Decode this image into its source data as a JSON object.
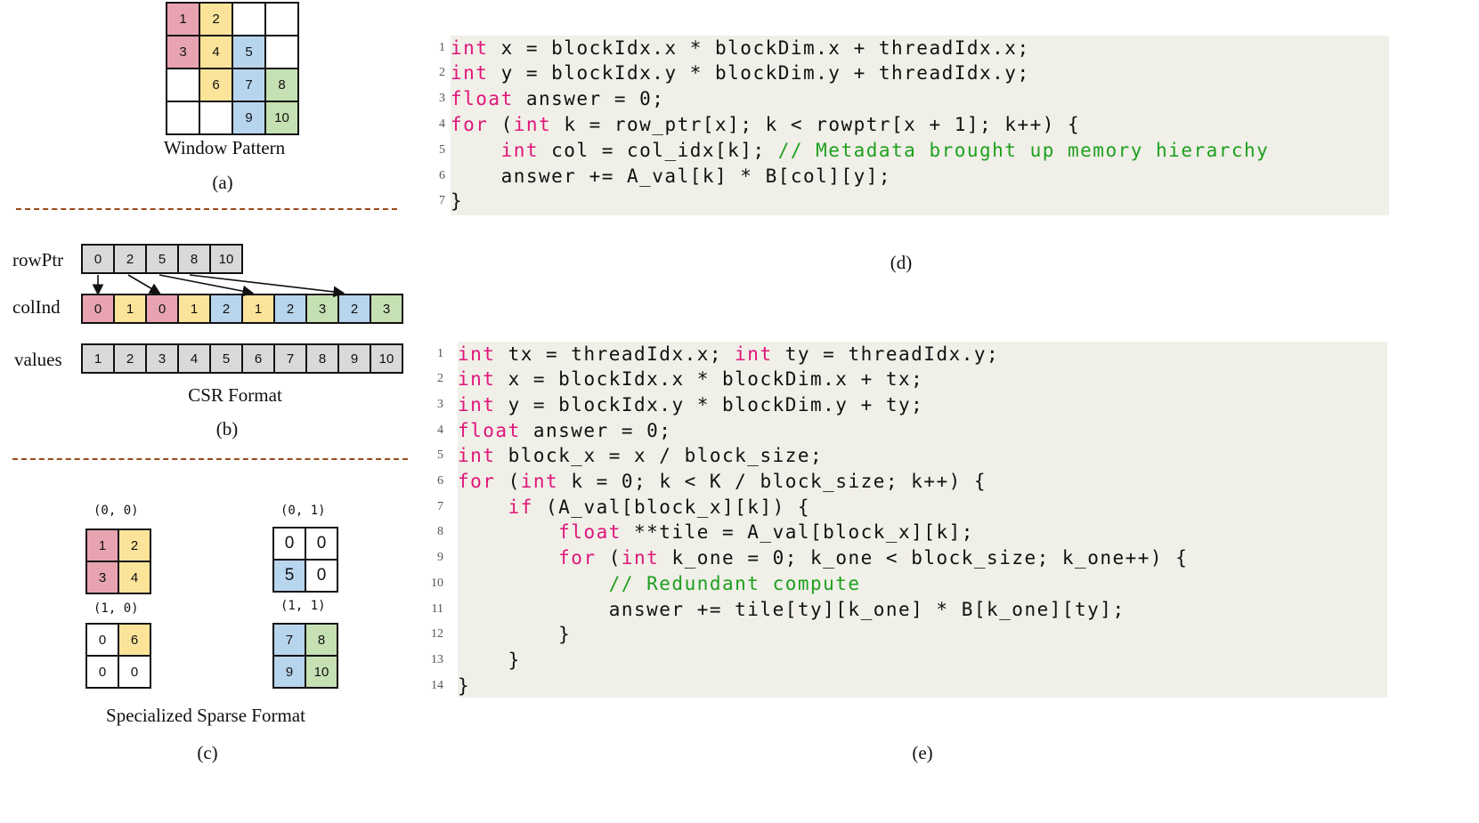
{
  "window_pattern": {
    "caption": "Window Pattern",
    "label": "(a)",
    "cells": [
      {
        "text": "1",
        "color": "pink"
      },
      {
        "text": "2",
        "color": "yellow"
      },
      {
        "text": "",
        "color": "white"
      },
      {
        "text": "",
        "color": "white"
      },
      {
        "text": "3",
        "color": "pink"
      },
      {
        "text": "4",
        "color": "yellow"
      },
      {
        "text": "5",
        "color": "blue"
      },
      {
        "text": "",
        "color": "white"
      },
      {
        "text": "",
        "color": "white"
      },
      {
        "text": "6",
        "color": "yellow"
      },
      {
        "text": "7",
        "color": "blue"
      },
      {
        "text": "8",
        "color": "green"
      },
      {
        "text": "",
        "color": "white"
      },
      {
        "text": "",
        "color": "white"
      },
      {
        "text": "9",
        "color": "blue"
      },
      {
        "text": "10",
        "color": "green"
      }
    ]
  },
  "csr": {
    "caption": "CSR Format",
    "label": "(b)",
    "rowptr_label": "rowPtr",
    "colind_label": "colInd",
    "values_label": "values",
    "rowptr": [
      {
        "text": "0",
        "color": "gray"
      },
      {
        "text": "2",
        "color": "gray"
      },
      {
        "text": "5",
        "color": "gray"
      },
      {
        "text": "8",
        "color": "gray"
      },
      {
        "text": "10",
        "color": "gray"
      }
    ],
    "colind": [
      {
        "text": "0",
        "color": "pink"
      },
      {
        "text": "1",
        "color": "yellow"
      },
      {
        "text": "0",
        "color": "pink"
      },
      {
        "text": "1",
        "color": "yellow"
      },
      {
        "text": "2",
        "color": "blue"
      },
      {
        "text": "1",
        "color": "yellow"
      },
      {
        "text": "2",
        "color": "blue"
      },
      {
        "text": "3",
        "color": "green"
      },
      {
        "text": "2",
        "color": "blue"
      },
      {
        "text": "3",
        "color": "green"
      }
    ],
    "values": [
      {
        "text": "1",
        "color": "gray"
      },
      {
        "text": "2",
        "color": "gray"
      },
      {
        "text": "3",
        "color": "gray"
      },
      {
        "text": "4",
        "color": "gray"
      },
      {
        "text": "5",
        "color": "gray"
      },
      {
        "text": "6",
        "color": "gray"
      },
      {
        "text": "7",
        "color": "gray"
      },
      {
        "text": "8",
        "color": "gray"
      },
      {
        "text": "9",
        "color": "gray"
      },
      {
        "text": "10",
        "color": "gray"
      }
    ]
  },
  "specialized": {
    "caption": "Specialized Sparse Format",
    "label": "(c)",
    "tiles": [
      {
        "coord": "(0, 0)",
        "cells": [
          {
            "text": "1",
            "color": "pink"
          },
          {
            "text": "2",
            "color": "yellow"
          },
          {
            "text": "3",
            "color": "pink"
          },
          {
            "text": "4",
            "color": "yellow"
          }
        ]
      },
      {
        "coord": "(0, 1)",
        "cells": [
          {
            "text": "0",
            "color": "white"
          },
          {
            "text": "0",
            "color": "white"
          },
          {
            "text": "5",
            "color": "blue"
          },
          {
            "text": "0",
            "color": "white"
          }
        ]
      },
      {
        "coord": "(1, 0)",
        "cells": [
          {
            "text": "0",
            "color": "white"
          },
          {
            "text": "6",
            "color": "yellow"
          },
          {
            "text": "0",
            "color": "white"
          },
          {
            "text": "0",
            "color": "white"
          }
        ]
      },
      {
        "coord": "(1, 1)",
        "cells": [
          {
            "text": "7",
            "color": "blue"
          },
          {
            "text": "8",
            "color": "green"
          },
          {
            "text": "9",
            "color": "blue"
          },
          {
            "text": "10",
            "color": "green"
          }
        ]
      }
    ]
  },
  "code_d": {
    "label": "(d)",
    "lines": [
      {
        "num": "1",
        "parts": [
          {
            "t": "int",
            "k": "kw"
          },
          {
            "t": " x = blockIdx.x * blockDim.x + threadIdx.x;",
            "k": ""
          }
        ]
      },
      {
        "num": "2",
        "parts": [
          {
            "t": "int",
            "k": "kw"
          },
          {
            "t": " y = blockIdx.y * blockDim.y + threadIdx.y;",
            "k": ""
          }
        ]
      },
      {
        "num": "3",
        "parts": [
          {
            "t": "float",
            "k": "kw"
          },
          {
            "t": " answer = 0;",
            "k": ""
          }
        ]
      },
      {
        "num": "4",
        "parts": [
          {
            "t": "for",
            "k": "kw"
          },
          {
            "t": " (",
            "k": ""
          },
          {
            "t": "int",
            "k": "kw"
          },
          {
            "t": " k = row_ptr[x]; k < rowptr[x + 1]; k++) {",
            "k": ""
          }
        ]
      },
      {
        "num": "5",
        "parts": [
          {
            "t": "    ",
            "k": ""
          },
          {
            "t": "int",
            "k": "kw"
          },
          {
            "t": " col = col_idx[k]; ",
            "k": ""
          },
          {
            "t": "// Metadata brought up memory hierarchy",
            "k": "cm"
          }
        ]
      },
      {
        "num": "6",
        "parts": [
          {
            "t": "    answer += A_val[k] * B[col][y];",
            "k": ""
          }
        ]
      },
      {
        "num": "7",
        "parts": [
          {
            "t": "}",
            "k": ""
          }
        ]
      }
    ]
  },
  "code_e": {
    "label": "(e)",
    "lines": [
      {
        "num": "1",
        "parts": [
          {
            "t": "int",
            "k": "kw"
          },
          {
            "t": " tx = threadIdx.x; ",
            "k": ""
          },
          {
            "t": "int",
            "k": "kw"
          },
          {
            "t": " ty = threadIdx.y;",
            "k": ""
          }
        ]
      },
      {
        "num": "2",
        "parts": [
          {
            "t": "int",
            "k": "kw"
          },
          {
            "t": " x = blockIdx.x * blockDim.x + tx;",
            "k": ""
          }
        ]
      },
      {
        "num": "3",
        "parts": [
          {
            "t": "int",
            "k": "kw"
          },
          {
            "t": " y = blockIdx.y * blockDim.y + ty;",
            "k": ""
          }
        ]
      },
      {
        "num": "4",
        "parts": [
          {
            "t": "float",
            "k": "kw"
          },
          {
            "t": " answer = 0;",
            "k": ""
          }
        ]
      },
      {
        "num": "5",
        "parts": [
          {
            "t": "int",
            "k": "kw"
          },
          {
            "t": " block_x = x / block_size;",
            "k": ""
          }
        ]
      },
      {
        "num": "6",
        "parts": [
          {
            "t": "for",
            "k": "kw"
          },
          {
            "t": " (",
            "k": ""
          },
          {
            "t": "int",
            "k": "kw"
          },
          {
            "t": " k = 0; k < K / block_size; k++) {",
            "k": ""
          }
        ]
      },
      {
        "num": "7",
        "parts": [
          {
            "t": "    ",
            "k": ""
          },
          {
            "t": "if",
            "k": "kw"
          },
          {
            "t": " (A_val[block_x][k]) {",
            "k": ""
          }
        ]
      },
      {
        "num": "8",
        "parts": [
          {
            "t": "        ",
            "k": ""
          },
          {
            "t": "float",
            "k": "kw"
          },
          {
            "t": " **tile = A_val[block_x][k];",
            "k": ""
          }
        ]
      },
      {
        "num": "9",
        "parts": [
          {
            "t": "        ",
            "k": ""
          },
          {
            "t": "for",
            "k": "kw"
          },
          {
            "t": " (",
            "k": ""
          },
          {
            "t": "int",
            "k": "kw"
          },
          {
            "t": " k_one = 0; k_one < block_size; k_one++) {",
            "k": ""
          }
        ]
      },
      {
        "num": "10",
        "parts": [
          {
            "t": "            ",
            "k": ""
          },
          {
            "t": "// Redundant compute",
            "k": "cm"
          }
        ]
      },
      {
        "num": "11",
        "parts": [
          {
            "t": "            answer += tile[ty][k_one] * B[k_one][ty];",
            "k": ""
          }
        ]
      },
      {
        "num": "12",
        "parts": [
          {
            "t": "        }",
            "k": ""
          }
        ]
      },
      {
        "num": "13",
        "parts": [
          {
            "t": "    }",
            "k": ""
          }
        ]
      },
      {
        "num": "14",
        "parts": [
          {
            "t": "}",
            "k": ""
          }
        ]
      }
    ]
  }
}
